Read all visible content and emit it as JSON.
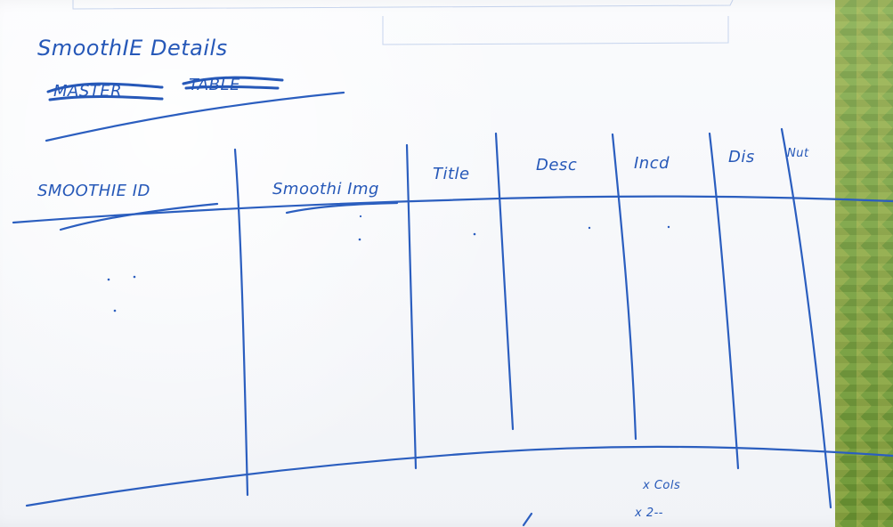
{
  "notes": {
    "title": "SmoothIE Details",
    "struck_left": "MASTER",
    "struck_right": "TABLE",
    "footer_a": "x Cols",
    "footer_b": "x 2--"
  },
  "table": {
    "headers": [
      "SMOOTHIE ID",
      "Smoothi Img",
      "Title",
      "Desc",
      "Incd",
      "Dis",
      "Nut"
    ]
  }
}
